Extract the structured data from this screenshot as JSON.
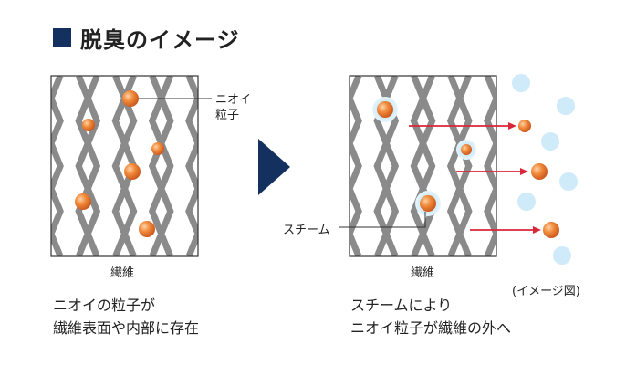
{
  "title": "脱臭のイメージ",
  "left_panel": {
    "odor_label": "ニオイ\n粒子",
    "fiber_label": "繊維",
    "caption_line1": "ニオイの粒子が",
    "caption_line2": "繊維表面や内部に存在"
  },
  "right_panel": {
    "steam_label": "スチーム",
    "fiber_label": "繊維",
    "note": "(イメージ図)",
    "caption_line1": "スチームにより",
    "caption_line2": "ニオイ粒子が繊維の外へ"
  },
  "colors": {
    "accent": "#13305f",
    "fiber": "#8a8a8a",
    "particle": "#e8732a",
    "steam": "#bfe3f5",
    "arrow": "#d9263a"
  }
}
